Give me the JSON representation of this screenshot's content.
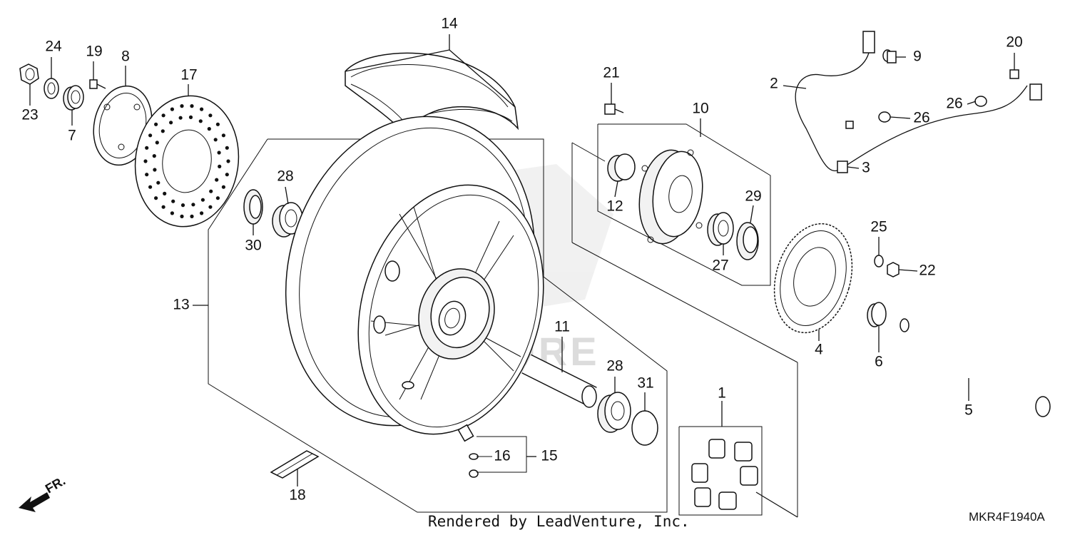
{
  "diagram": {
    "callouts": [
      {
        "id": "c14",
        "label": "14"
      },
      {
        "id": "c24",
        "label": "24"
      },
      {
        "id": "c19",
        "label": "19"
      },
      {
        "id": "c8",
        "label": "8"
      },
      {
        "id": "c17",
        "label": "17"
      },
      {
        "id": "c23",
        "label": "23"
      },
      {
        "id": "c7",
        "label": "7"
      },
      {
        "id": "c28a",
        "label": "28"
      },
      {
        "id": "c30",
        "label": "30"
      },
      {
        "id": "c13",
        "label": "13"
      },
      {
        "id": "c21",
        "label": "21"
      },
      {
        "id": "c10",
        "label": "10"
      },
      {
        "id": "c12",
        "label": "12"
      },
      {
        "id": "c29",
        "label": "29"
      },
      {
        "id": "c27",
        "label": "27"
      },
      {
        "id": "c2",
        "label": "2"
      },
      {
        "id": "c9",
        "label": "9"
      },
      {
        "id": "c20",
        "label": "20"
      },
      {
        "id": "c26a",
        "label": "26"
      },
      {
        "id": "c26b",
        "label": "26"
      },
      {
        "id": "c3",
        "label": "3"
      },
      {
        "id": "c25",
        "label": "25"
      },
      {
        "id": "c22",
        "label": "22"
      },
      {
        "id": "c4",
        "label": "4"
      },
      {
        "id": "c6",
        "label": "6"
      },
      {
        "id": "c5",
        "label": "5"
      },
      {
        "id": "c11",
        "label": "11"
      },
      {
        "id": "c28b",
        "label": "28"
      },
      {
        "id": "c31",
        "label": "31"
      },
      {
        "id": "c1",
        "label": "1"
      },
      {
        "id": "c16",
        "label": "16"
      },
      {
        "id": "c15",
        "label": "15"
      },
      {
        "id": "c18",
        "label": "18"
      }
    ],
    "footer_text": "Rendered by LeadVenture, Inc.",
    "diagram_code": "MKR4F1940A",
    "front_indicator": "FR."
  }
}
